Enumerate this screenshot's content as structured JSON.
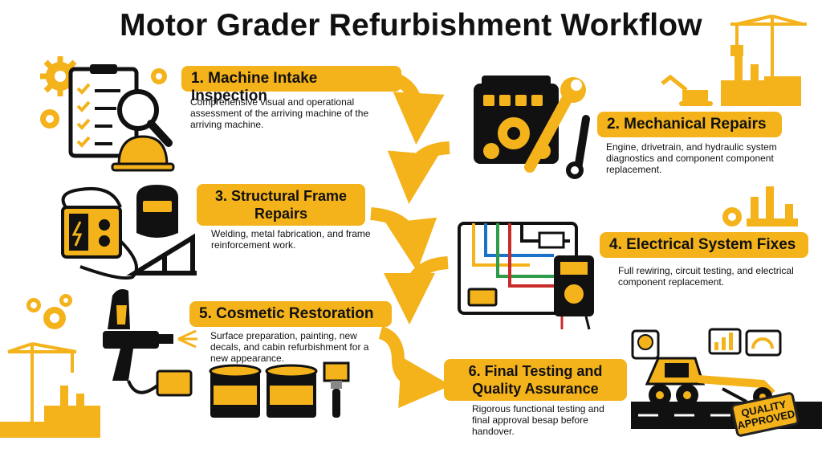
{
  "title": "Motor Grader Refurbishment Workflow",
  "steps": [
    {
      "title": "1. Machine Intake Inspection",
      "description": "Comprehensive visual and operational assessment of the arriving machine of the arriving machine."
    },
    {
      "title": "2. Mechanical Repairs",
      "description": "Engine, drivetrain, and hydraulic system diagnostics and component component replacement."
    },
    {
      "title": "3. Structural Frame Repairs",
      "description": "Welding, metal fabrication, and frame reinforcement work."
    },
    {
      "title": "4. Electrical System Fixes",
      "description": "Full rewiring, circuit testing, and electrical component replacement."
    },
    {
      "title": "5. Cosmetic Restoration",
      "description": "Surface preparation, painting, new decals, and cabin refurbishment for a new appearance."
    },
    {
      "title": "6. Final Testing and Quality Assurance",
      "description": "Rigorous functional testing and final approval besap before handover."
    }
  ],
  "stamp": {
    "line1": "QUALITY",
    "line2": "APPROVED"
  },
  "colors": {
    "accent": "#F4B21B",
    "ink": "#111111",
    "background": "#ffffff"
  },
  "icons": [
    "checklist-icon",
    "magnifier-icon",
    "hard-hat-icon",
    "gear-icon",
    "engine-icon",
    "wrench-icon",
    "crane-icon",
    "factory-icon",
    "excavator-icon",
    "welder-icon",
    "welding-mask-icon",
    "frame-icon",
    "circuit-board-icon",
    "multimeter-icon",
    "spray-gun-icon",
    "paint-can-icon",
    "paintbrush-icon",
    "motor-grader-icon",
    "gauge-icon",
    "bar-chart-icon"
  ]
}
